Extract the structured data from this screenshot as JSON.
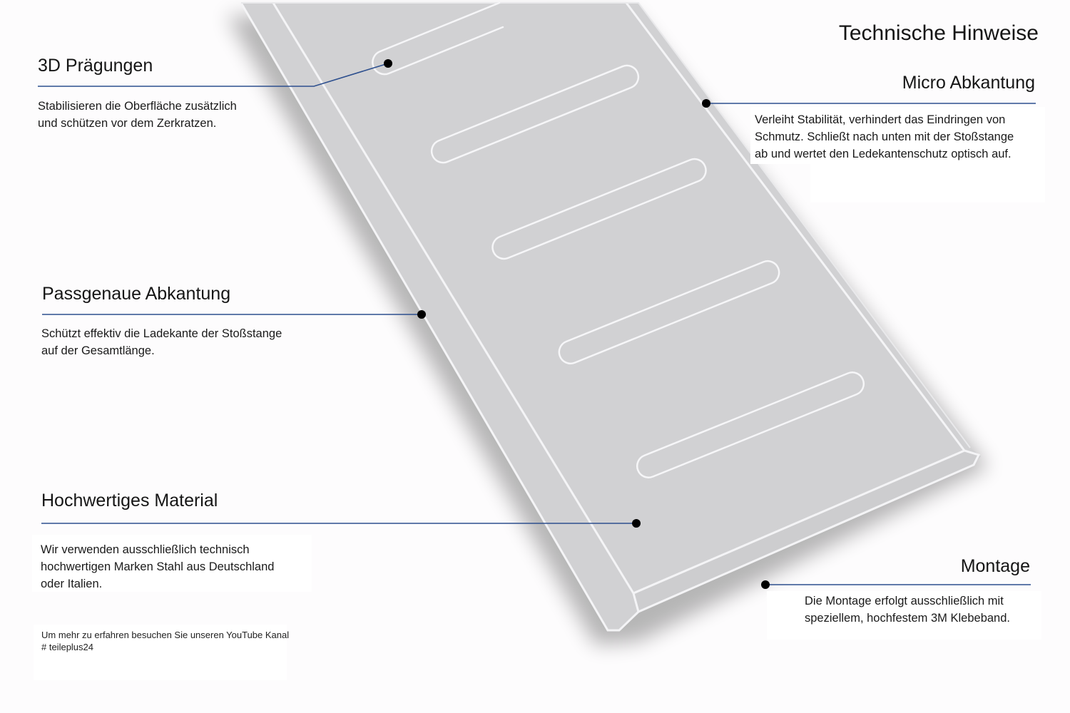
{
  "title": "Technische Hinweise",
  "features": {
    "praegungen": {
      "heading": "3D Prägungen",
      "lines": [
        "Stabilisieren die Oberfläche zusätzlich",
        "und schützen vor dem Zerkratzen."
      ]
    },
    "micro": {
      "heading": "Micro Abkantung",
      "lines": [
        "Verleiht Stabilität, verhindert das Eindringen von",
        "Schmutz. Schließt nach unten mit der Stoßstange",
        "ab und wertet den Ledekantenschutz optisch auf."
      ]
    },
    "passgenau": {
      "heading": "Passgenaue Abkantung",
      "lines": [
        "Schützt effektiv die Ladekante der Stoßstange",
        "auf der Gesamtlänge."
      ]
    },
    "material": {
      "heading": "Hochwertiges Material",
      "lines": [
        "Wir verwenden ausschließlich technisch",
        "hochwertigen Marken Stahl aus Deutschland",
        "oder Italien."
      ]
    },
    "montage": {
      "heading": "Montage",
      "lines": [
        "Die Montage erfolgt ausschließlich mit",
        "speziellem, hochfestem 3M Klebeband."
      ]
    }
  },
  "footer": {
    "lines": [
      "Um mehr zu erfahren besuchen Sie unseren YouTube Kanal",
      "# teileplus24"
    ]
  },
  "colors": {
    "background": "#fdfcfd",
    "plate": "#d1d1d3",
    "plate_highlight": "#f4f4f6",
    "callout_line": "#2d4f8e",
    "callout_dot": "#000000"
  }
}
